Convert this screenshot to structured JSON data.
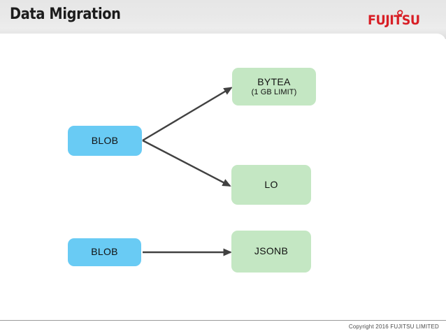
{
  "header": {
    "title": "Data Migration",
    "logo": {
      "wordmark": "FUJITSU",
      "color": "#d81f26",
      "mark": "circle-accent-over-j"
    },
    "background_color": "#e9e9e9"
  },
  "diagram": {
    "colors": {
      "source_box": "#69cbf4",
      "target_box": "#c4e7c3",
      "arrow": "#414141",
      "text": "#111111"
    },
    "nodes": [
      {
        "id": "blob-top",
        "label": "BLOB",
        "sublabel": "",
        "kind": "source",
        "color": "#69cbf4"
      },
      {
        "id": "bytea",
        "label": "BYTEA",
        "sublabel": "(1 GB LIMIT)",
        "kind": "target",
        "color": "#c4e7c3"
      },
      {
        "id": "lo",
        "label": "LO",
        "sublabel": "",
        "kind": "target",
        "color": "#c4e7c3"
      },
      {
        "id": "blob-bottom",
        "label": "BLOB",
        "sublabel": "",
        "kind": "source",
        "color": "#69cbf4"
      },
      {
        "id": "jsonb",
        "label": "JSONB",
        "sublabel": "",
        "kind": "target",
        "color": "#c4e7c3"
      }
    ],
    "edges": [
      {
        "from": "blob-top",
        "to": "bytea",
        "direction": "up-right"
      },
      {
        "from": "blob-top",
        "to": "lo",
        "direction": "down-right"
      },
      {
        "from": "blob-bottom",
        "to": "jsonb",
        "direction": "right"
      }
    ]
  },
  "footer": {
    "copyright": "Copyright 2016 FUJITSU LIMITED"
  }
}
